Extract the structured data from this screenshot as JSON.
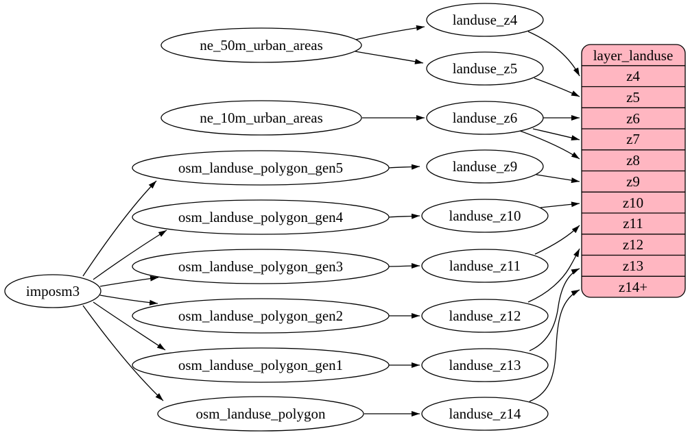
{
  "diagram": {
    "type": "graphviz-directed-graph",
    "background_color": "#ffffff",
    "edge_color": "#000000",
    "node_fill": "#ffffff",
    "nodes": {
      "imposm3": "imposm3",
      "ne50": "ne_50m_urban_areas",
      "ne10": "ne_10m_urban_areas",
      "gen5": "osm_landuse_polygon_gen5",
      "gen4": "osm_landuse_polygon_gen4",
      "gen3": "osm_landuse_polygon_gen3",
      "gen2": "osm_landuse_polygon_gen2",
      "gen1": "osm_landuse_polygon_gen1",
      "poly": "osm_landuse_polygon",
      "z4": "landuse_z4",
      "z5": "landuse_z5",
      "z6": "landuse_z6",
      "z9": "landuse_z9",
      "z10": "landuse_z10",
      "z11": "landuse_z11",
      "z12": "landuse_z12",
      "z13": "landuse_z13",
      "z14": "landuse_z14"
    },
    "table": {
      "title": "layer_landuse",
      "fill": "#ffb6c1",
      "rows": [
        "z4",
        "z5",
        "z6",
        "z7",
        "z8",
        "z9",
        "z10",
        "z11",
        "z12",
        "z13",
        "z14+"
      ]
    },
    "edges": [
      {
        "from": "ne_50m_urban_areas",
        "to": "landuse_z4"
      },
      {
        "from": "ne_50m_urban_areas",
        "to": "landuse_z5"
      },
      {
        "from": "ne_10m_urban_areas",
        "to": "landuse_z6"
      },
      {
        "from": "imposm3",
        "to": "osm_landuse_polygon_gen5"
      },
      {
        "from": "imposm3",
        "to": "osm_landuse_polygon_gen4"
      },
      {
        "from": "imposm3",
        "to": "osm_landuse_polygon_gen3"
      },
      {
        "from": "imposm3",
        "to": "osm_landuse_polygon_gen2"
      },
      {
        "from": "imposm3",
        "to": "osm_landuse_polygon_gen1"
      },
      {
        "from": "imposm3",
        "to": "osm_landuse_polygon"
      },
      {
        "from": "osm_landuse_polygon_gen5",
        "to": "landuse_z9"
      },
      {
        "from": "osm_landuse_polygon_gen4",
        "to": "landuse_z10"
      },
      {
        "from": "osm_landuse_polygon_gen3",
        "to": "landuse_z11"
      },
      {
        "from": "osm_landuse_polygon_gen2",
        "to": "landuse_z12"
      },
      {
        "from": "osm_landuse_polygon_gen1",
        "to": "landuse_z13"
      },
      {
        "from": "osm_landuse_polygon",
        "to": "landuse_z14"
      },
      {
        "from": "landuse_z4",
        "to": "layer_landuse:z4"
      },
      {
        "from": "landuse_z5",
        "to": "layer_landuse:z5"
      },
      {
        "from": "landuse_z6",
        "to": "layer_landuse:z6"
      },
      {
        "from": "landuse_z6",
        "to": "layer_landuse:z7"
      },
      {
        "from": "landuse_z6",
        "to": "layer_landuse:z8"
      },
      {
        "from": "landuse_z9",
        "to": "layer_landuse:z9"
      },
      {
        "from": "landuse_z10",
        "to": "layer_landuse:z10"
      },
      {
        "from": "landuse_z11",
        "to": "layer_landuse:z11"
      },
      {
        "from": "landuse_z12",
        "to": "layer_landuse:z12"
      },
      {
        "from": "landuse_z13",
        "to": "layer_landuse:z13"
      },
      {
        "from": "landuse_z14",
        "to": "layer_landuse:z14+"
      }
    ]
  }
}
